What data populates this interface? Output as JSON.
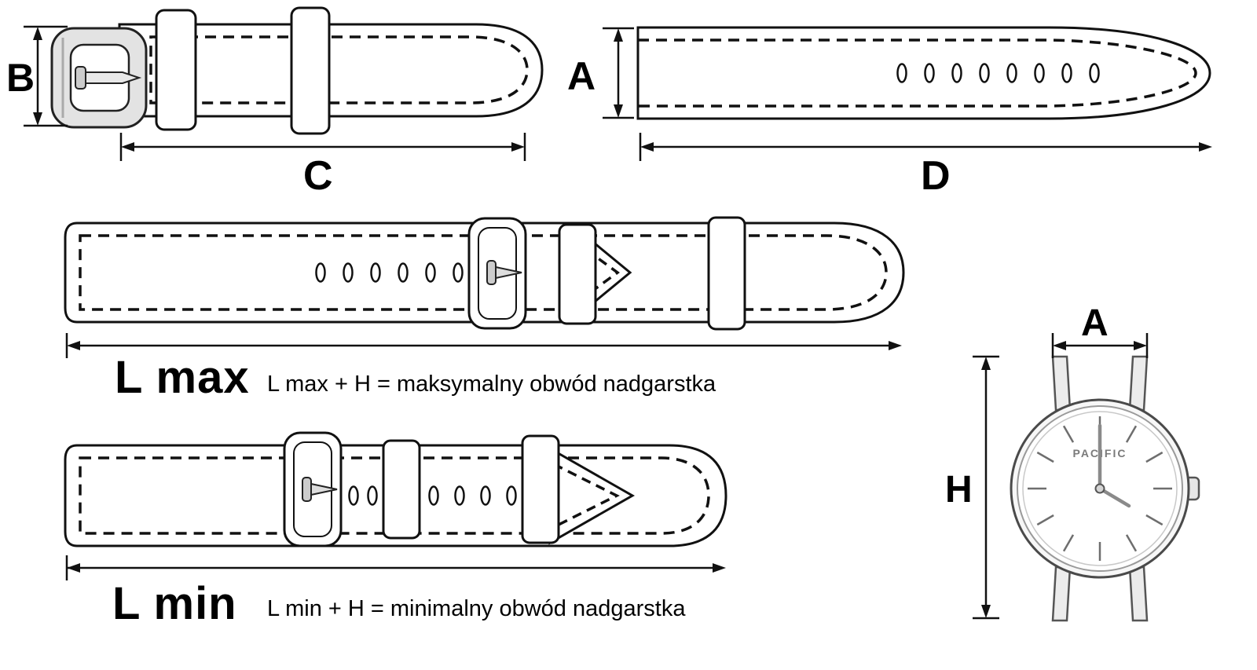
{
  "top_left_strap": {
    "width_label": "B",
    "length_label": "C"
  },
  "top_right_strap": {
    "width_label": "A",
    "length_label": "D"
  },
  "l_max": {
    "label": "L max",
    "formula": "L max + H  = maksymalny obwód nadgarstka"
  },
  "l_min": {
    "label": "L min",
    "formula": "L min + H  = minimalny obwód nadgarstka"
  },
  "watch": {
    "lug_width_label": "A",
    "height_label": "H",
    "brand": "PACIFIC"
  },
  "colors": {
    "ink": "#111111",
    "metal_gray": "#d9d9d9",
    "watch_case_gray": "#8a8a8a"
  }
}
